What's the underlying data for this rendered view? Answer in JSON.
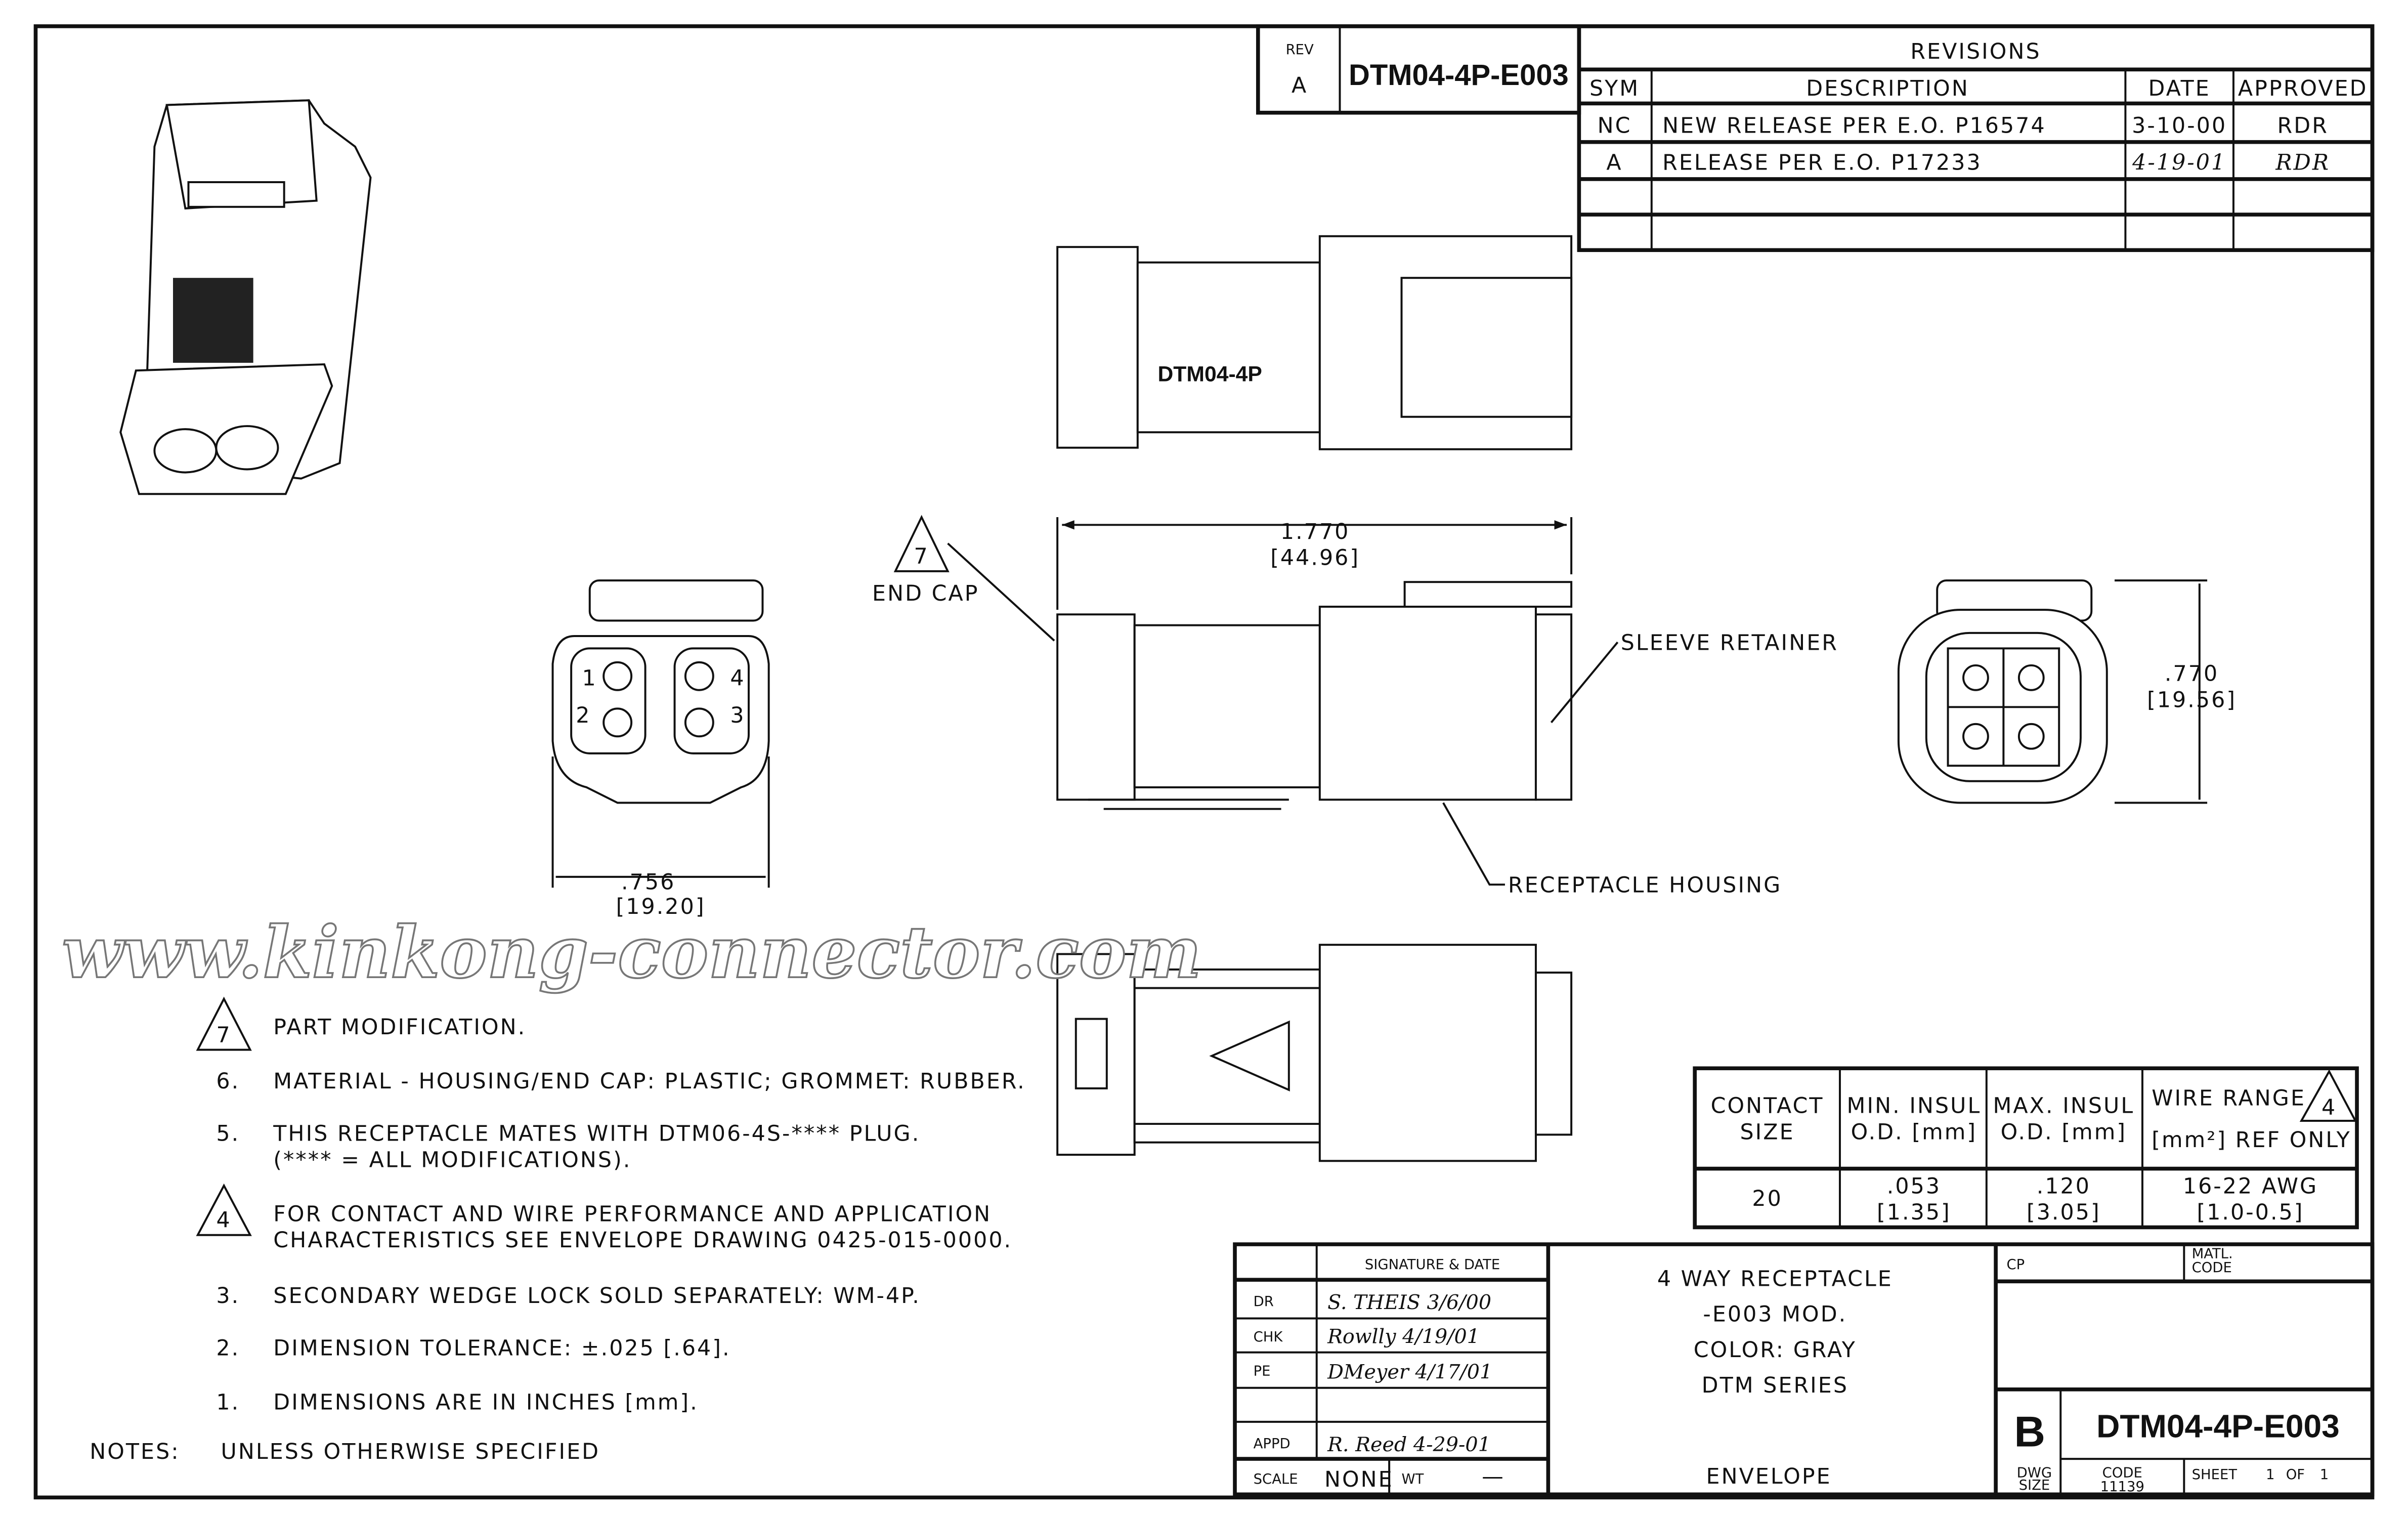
{
  "rev_block": {
    "rev_label": "REV",
    "rev_value": "A",
    "drawing_number": "DTM04-4P-E003"
  },
  "revisions": {
    "title": "REVISIONS",
    "headers": [
      "SYM",
      "DESCRIPTION",
      "DATE",
      "APPROVED"
    ],
    "rows": [
      {
        "sym": "NC",
        "description": "NEW RELEASE PER E.O. P16574",
        "date": "3-10-00",
        "approved": "RDR"
      },
      {
        "sym": "A",
        "description": "RELEASE PER E.O. P17233",
        "date": "4-19-01",
        "approved": "RDR"
      }
    ]
  },
  "views": {
    "part_marking": "DTM04-4P",
    "length_dim": "1.770",
    "length_dim_mm": "[44.96]",
    "width_dim": ".756",
    "width_dim_mm": "[19.20]",
    "height_dim": ".770",
    "height_dim_mm": "[19.56]",
    "end_cap_flag": "7",
    "end_cap_label": "END CAP",
    "sleeve_retainer_label": "SLEEVE RETAINER",
    "receptacle_housing_label": "RECEPTACLE HOUSING",
    "cavity_numbers": [
      "1",
      "2",
      "3",
      "4"
    ],
    "watermark": "www.kinkong-connector.com"
  },
  "notes": {
    "title": "NOTES:",
    "subtitle": "UNLESS OTHERWISE SPECIFIED",
    "items": [
      {
        "num": "7",
        "flag": true,
        "lines": [
          "PART MODIFICATION."
        ]
      },
      {
        "num": "6.",
        "flag": false,
        "lines": [
          "MATERIAL - HOUSING/END CAP: PLASTIC; GROMMET: RUBBER."
        ]
      },
      {
        "num": "5.",
        "flag": false,
        "lines": [
          "THIS RECEPTACLE MATES WITH DTM06-4S-**** PLUG.",
          "(**** = ALL MODIFICATIONS)."
        ]
      },
      {
        "num": "4",
        "flag": true,
        "lines": [
          "FOR CONTACT AND WIRE PERFORMANCE AND APPLICATION",
          "CHARACTERISTICS SEE ENVELOPE DRAWING 0425-015-0000."
        ]
      },
      {
        "num": "3.",
        "flag": false,
        "lines": [
          "SECONDARY WEDGE LOCK SOLD SEPARATELY: WM-4P."
        ]
      },
      {
        "num": "2.",
        "flag": false,
        "lines": [
          "DIMENSION TOLERANCE: ±.025 [.64]."
        ]
      },
      {
        "num": "1.",
        "flag": false,
        "lines": [
          "DIMENSIONS ARE IN INCHES [mm]."
        ]
      }
    ]
  },
  "contact_table": {
    "headers": [
      [
        "CONTACT",
        "SIZE"
      ],
      [
        "MIN. INSUL",
        "O.D. [mm]"
      ],
      [
        "MAX. INSUL",
        "O.D. [mm]"
      ],
      [
        "WIRE RANGE",
        "[mm²] REF ONLY"
      ]
    ],
    "header_flag": "4",
    "row": [
      [
        "20"
      ],
      [
        ".053",
        "[1.35]"
      ],
      [
        ".120",
        "[3.05]"
      ],
      [
        "16-22 AWG",
        "[1.0-0.5]"
      ]
    ]
  },
  "title_block": {
    "sig_header": "SIGNATURE & DATE",
    "signatures": [
      {
        "role": "DR",
        "value": "S. THEIS 3/6/00"
      },
      {
        "role": "CHK",
        "value": "Rowlly 4/19/01"
      },
      {
        "role": "PE",
        "value": "DMeyer 4/17/01"
      },
      {
        "role": "",
        "value": ""
      },
      {
        "role": "APPD",
        "value": "R. Reed 4-29-01"
      }
    ],
    "scale_label": "SCALE",
    "scale_value": "NONE",
    "wt_label": "WT",
    "wt_value": "—",
    "title_lines": [
      "4 WAY RECEPTACLE",
      "-E003 MOD.",
      "COLOR: GRAY",
      "DTM  SERIES"
    ],
    "envelope": "ENVELOPE",
    "cp_label": "CP",
    "matl_code_label": [
      "MATL.",
      "CODE"
    ],
    "dwg_size": "B",
    "dwg_size_label": [
      "DWG",
      "SIZE"
    ],
    "drawing_number": "DTM04-4P-E003",
    "code_label": "CODE",
    "code_value": "11139",
    "sheet_label": "SHEET",
    "sheet_value": "1",
    "of_label": "OF",
    "of_value": "1"
  }
}
